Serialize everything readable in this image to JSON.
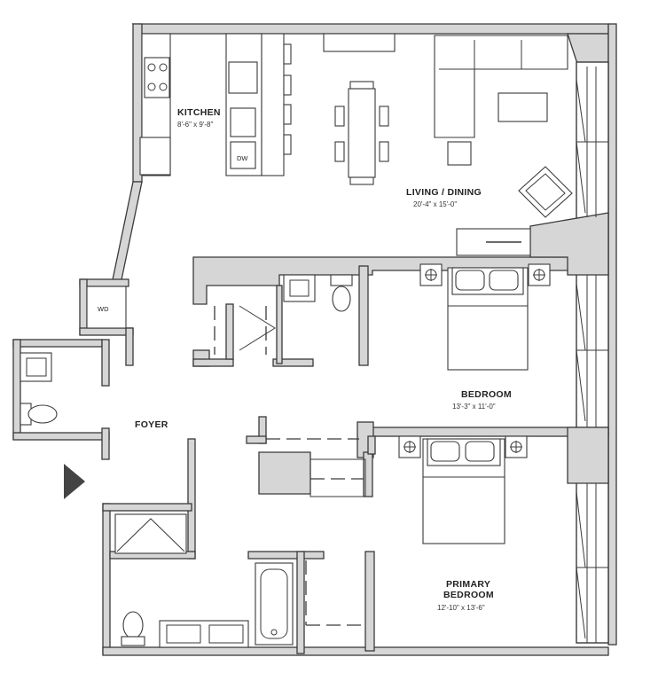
{
  "rooms": {
    "kitchen": {
      "name": "KITCHEN",
      "dims": "8'-6\" x 9'-8\""
    },
    "living": {
      "name": "LIVING / DINING",
      "dims": "20'-4\" x 15'-0\""
    },
    "bedroom": {
      "name": "BEDROOM",
      "dims": "13'-3\" x 11'-0\""
    },
    "primary": {
      "name_line1": "PRIMARY",
      "name_line2": "BEDROOM",
      "dims": "12'-10\" x 13'-6\""
    },
    "foyer": {
      "name": "FOYER"
    }
  },
  "appliances": {
    "washer_dryer": "WD",
    "dishwasher": "DW"
  },
  "colors": {
    "wall_fill": "#d6d6d6",
    "line": "#3a3a3a",
    "entry_arrow": "#444444"
  },
  "icons": [
    "entry-arrow-icon",
    "toilet-icon",
    "sink-icon",
    "bathtub-icon",
    "bed-icon",
    "stove-icon",
    "sofa-icon",
    "armchair-icon",
    "dining-table-icon",
    "lamp-icon"
  ]
}
